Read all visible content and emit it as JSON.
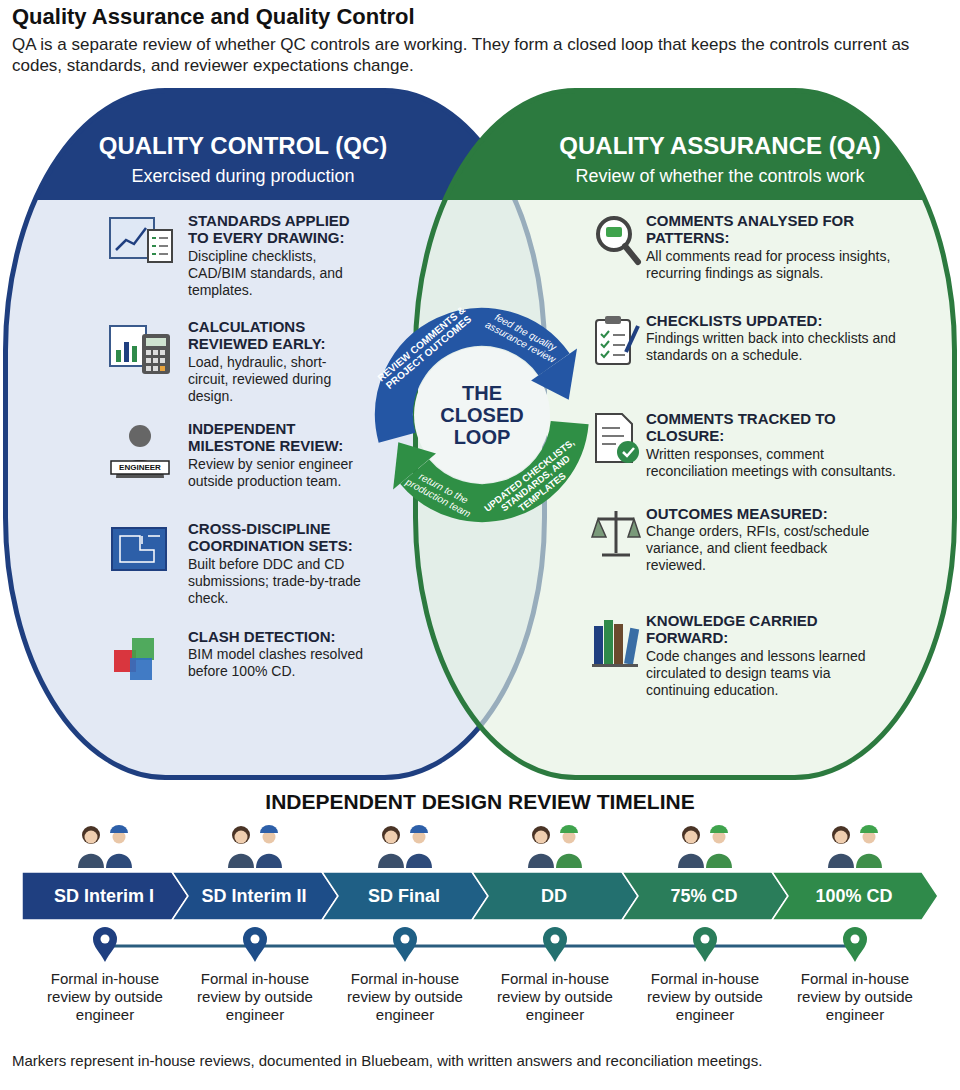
{
  "diagram": {
    "title": "Quality Assurance and Quality Control",
    "caption": "Markers represent in-house reviews, documented in Bluebeam, with written answers and reconciliation meetings.",
    "nodes": [
      {
        "text": [
          "QUALITY CONTROL (QC)",
          "Exercised during production"
        ]
      },
      {
        "text": [
          "STANDARDS APPLIED TO EVERY DRAWING:",
          "Discipline checklists, CAD/BIM standards, and templates."
        ],
        "in": 0
      },
      {
        "text": [
          "CALCULATIONS REVIEWED EARLY:",
          "Load, hydraulic, short-circuit, reviewed during design."
        ],
        "in": 0
      },
      {
        "text": [
          "INDEPENDENT MILESTONE REVIEW:",
          "Review by senior engineer outside production team."
        ],
        "in": 0
      },
      {
        "text": [
          "CROSS-DISCIPLINE COORDINATION SETS:",
          "Built before DDC and CD submissions; trade-by-trade check."
        ],
        "in": 0
      },
      {
        "text": [
          "CLASH DETECTION:",
          "BIM model clashes resolved before 100% CD."
        ],
        "in": 0
      },
      {
        "text": [
          "QUALITY ASSURANCE (QA)",
          "Review of whether the controls work"
        ]
      },
      {
        "text": [
          "COMMENTS ANALYSED FOR PATTERNS:",
          "All comments read for process insights, recurring findings as signals."
        ],
        "in": 6
      },
      {
        "text": [
          "CHECKLISTS UPDATED:",
          "Findings written back into checklists and standards on a schedule."
        ],
        "in": 6
      },
      {
        "text": [
          "COMMENTS TRACKED TO CLOSURE:",
          "Written responses, comment reconciliation meetings with consultants."
        ],
        "in": 6
      },
      {
        "text": [
          "OUTCOMES MEASURED:",
          "Change orders, RFIs, cost/schedule variance, and client feedback reviewed."
        ],
        "in": 6
      },
      {
        "text": [
          "KNOWLEDGE CARRIED FORWARD:",
          "Code changes and lessons learned circulated to design teams via continuing education."
        ],
        "in": 6
      },
      {
        "text": [
          "SD Interim I"
        ]
      },
      {
        "text": [
          "SD Interim II"
        ]
      },
      {
        "text": [
          "SD Final"
        ]
      },
      {
        "text": [
          "DD"
        ]
      },
      {
        "text": [
          "75% CD"
        ]
      },
      {
        "text": [
          "100% CD"
        ]
      }
    ],
    "labels": [
      "QA is a separate review of whether QC controls are working. They form a closed loop that keeps the controls current as codes, standards, and reviewer expectations change.",
      "THE CLOSED LOOP",
      "REVIEW COMMENTS & PROJECT OUTCOMES",
      "feed the quality assurance review",
      "UPDATED CHECKLISTS, STANDARDS, AND TEMPLATES",
      "return to the production team",
      "ENGINEER",
      "INDEPENDENT DESIGN REVIEW TIMELINE",
      "Formal in-house review by outside engineer",
      "Formal in-house review by outside engineer",
      "Formal in-house review by outside engineer",
      "Formal in-house review by outside engineer",
      "Formal in-house review by outside engineer",
      "Formal in-house review by outside engineer"
    ]
  }
}
